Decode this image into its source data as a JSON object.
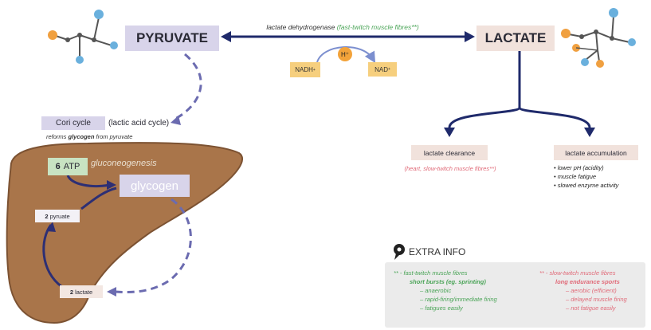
{
  "pyruvate_label": "PYRUVATE",
  "lactate_label": "LACTATE",
  "enzyme": {
    "name": "lactate dehydrogenase",
    "qualifier": "(fast-twitch muscle fibres**)"
  },
  "cofactors": {
    "nadh": "NADH",
    "nadh_sub": "+",
    "hplus": "H⁺",
    "nad": "NAD",
    "nad_sup": "+"
  },
  "cori": {
    "label": "Cori cycle",
    "sub": "(lactic acid cycle)",
    "desc_pre": "reforms ",
    "desc_bold": "glycogen",
    "desc_post": " from pyruvate"
  },
  "liver": {
    "atp_num": "6",
    "atp_label": "ATP",
    "gluconeogenesis": "gluconeogenesis",
    "glycogen": "glycogen",
    "pyruvate_num": "2",
    "pyruvate_label": "pyruate",
    "lactate_num": "2",
    "lactate_label": "lactate"
  },
  "clearance": {
    "label": "lactate clearance",
    "note": "(heart, slow-twitch muscle fibres**)"
  },
  "accumulation": {
    "label": "lactate accumulation",
    "items": [
      "• lower pH (acidity)",
      "• muscle fatigue",
      "• slowed enzyme activity"
    ]
  },
  "extra": {
    "title": "EXTRA INFO",
    "fast": {
      "line1": "** - fast-twitch muscle fibres",
      "line2": "short bursts (eg. sprinting)",
      "items": [
        "– anaerobic",
        "– rapid-firing/immediate firing",
        "– fatigues easily"
      ]
    },
    "slow": {
      "line1": "** - slow-twitch muscle fibres",
      "line2": "long endurance sports",
      "items": [
        "– aerobic (efficient)",
        "– delayed muscle firing",
        "– not fatigue easily"
      ]
    }
  },
  "colors": {
    "arrow_navy": "#1f2a6b",
    "cycle_purple": "#5a5aa0",
    "liver_brown": "#a9754a",
    "pyruvate_box": "#d8d4ea",
    "lactate_box": "#f1e2dc",
    "fast_green": "#4aa457",
    "slow_pink": "#e06a78",
    "cofactor_yellow": "#f6cf7e",
    "atom_blue": "#6ab0dd",
    "atom_orange": "#f0a040"
  }
}
